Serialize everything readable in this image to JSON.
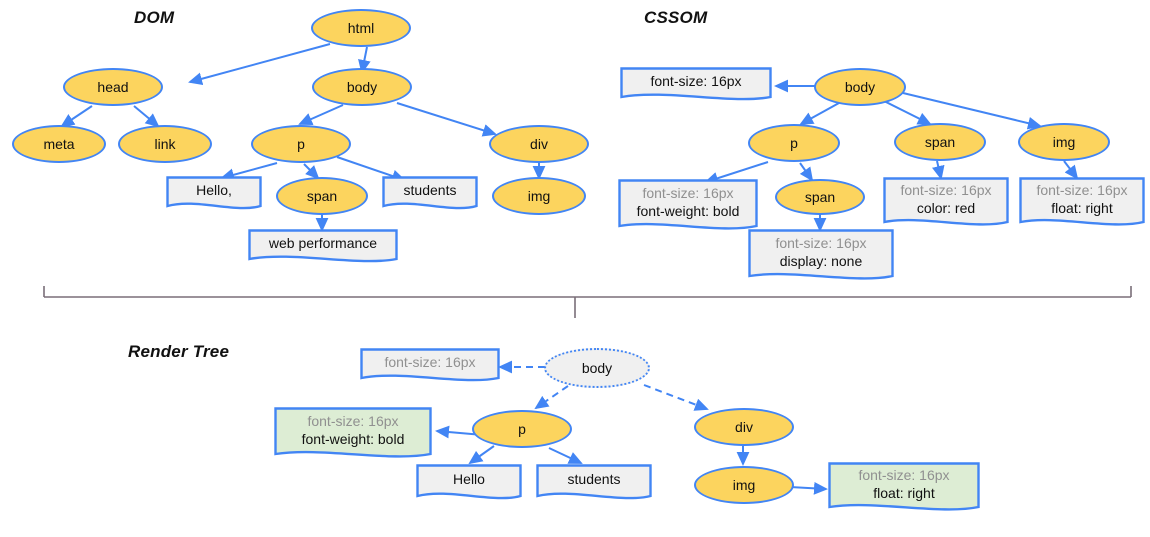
{
  "diagram": {
    "title_dom": "DOM",
    "title_cssom": "CSSOM",
    "title_render": "Render Tree",
    "colors": {
      "node_fill": "#FCD45E",
      "node_stroke": "#4285F4",
      "box_fill": "#F0F0F0",
      "box_fill_green": "#DDEDD4",
      "edge": "#4285F4",
      "muted_text": "#909090",
      "text": "#111111",
      "bracket": "#7a6e78"
    }
  },
  "dom_tree": {
    "label": "DOM",
    "nodes": [
      {
        "id": "html",
        "type": "element",
        "label": "html"
      },
      {
        "id": "head",
        "type": "element",
        "label": "head"
      },
      {
        "id": "body",
        "type": "element",
        "label": "body"
      },
      {
        "id": "meta",
        "type": "element",
        "label": "meta"
      },
      {
        "id": "link",
        "type": "element",
        "label": "link"
      },
      {
        "id": "p",
        "type": "element",
        "label": "p"
      },
      {
        "id": "div",
        "type": "element",
        "label": "div"
      },
      {
        "id": "span",
        "type": "element",
        "label": "span"
      },
      {
        "id": "img",
        "type": "element",
        "label": "img"
      },
      {
        "id": "hello",
        "type": "text",
        "label": "Hello,"
      },
      {
        "id": "students",
        "type": "text",
        "label": "students"
      },
      {
        "id": "webperf",
        "type": "text",
        "label": "web performance"
      }
    ],
    "edges": [
      [
        "html",
        "head"
      ],
      [
        "html",
        "body"
      ],
      [
        "head",
        "meta"
      ],
      [
        "head",
        "link"
      ],
      [
        "body",
        "p"
      ],
      [
        "body",
        "div"
      ],
      [
        "p",
        "hello"
      ],
      [
        "p",
        "span"
      ],
      [
        "p",
        "students"
      ],
      [
        "span",
        "webperf"
      ],
      [
        "div",
        "img"
      ]
    ]
  },
  "cssom_tree": {
    "label": "CSSOM",
    "nodes": [
      {
        "id": "body",
        "type": "element",
        "label": "body"
      },
      {
        "id": "p",
        "type": "element",
        "label": "p"
      },
      {
        "id": "span_outer",
        "type": "element",
        "label": "span"
      },
      {
        "id": "img",
        "type": "element",
        "label": "img"
      },
      {
        "id": "span_inner",
        "type": "element",
        "label": "span"
      }
    ],
    "rules": [
      {
        "id": "r_body",
        "lines": [
          {
            "text": "font-size: 16px",
            "style": "strong"
          }
        ]
      },
      {
        "id": "r_p",
        "lines": [
          {
            "text": "font-size: 16px",
            "style": "muted"
          },
          {
            "text": "font-weight: bold",
            "style": "strong"
          }
        ]
      },
      {
        "id": "r_spani",
        "lines": [
          {
            "text": "font-size: 16px",
            "style": "muted"
          },
          {
            "text": "display: none",
            "style": "strong"
          }
        ]
      },
      {
        "id": "r_spano",
        "lines": [
          {
            "text": "font-size: 16px",
            "style": "muted"
          },
          {
            "text": "color: red",
            "style": "strong"
          }
        ]
      },
      {
        "id": "r_img",
        "lines": [
          {
            "text": "font-size: 16px",
            "style": "muted"
          },
          {
            "text": "float: right",
            "style": "strong"
          }
        ]
      }
    ],
    "edges": [
      [
        "body",
        "r_body"
      ],
      [
        "body",
        "p"
      ],
      [
        "body",
        "span_outer"
      ],
      [
        "body",
        "img"
      ],
      [
        "p",
        "r_p"
      ],
      [
        "p",
        "span_inner"
      ],
      [
        "span_inner",
        "r_spani"
      ],
      [
        "span_outer",
        "r_spano"
      ],
      [
        "img",
        "r_img"
      ]
    ]
  },
  "render_tree": {
    "label": "Render Tree",
    "nodes": [
      {
        "id": "body",
        "type": "ghost",
        "label": "body"
      },
      {
        "id": "p",
        "type": "element",
        "label": "p"
      },
      {
        "id": "div",
        "type": "element",
        "label": "div"
      },
      {
        "id": "img",
        "type": "element",
        "label": "img"
      },
      {
        "id": "hello",
        "type": "text",
        "label": "Hello"
      },
      {
        "id": "students",
        "type": "text",
        "label": "students"
      }
    ],
    "rules": [
      {
        "id": "r_body",
        "tone": "gray",
        "lines": [
          {
            "text": "font-size: 16px",
            "style": "muted"
          }
        ]
      },
      {
        "id": "r_p",
        "tone": "green",
        "lines": [
          {
            "text": "font-size: 16px",
            "style": "muted"
          },
          {
            "text": "font-weight: bold",
            "style": "strong"
          }
        ]
      },
      {
        "id": "r_img",
        "tone": "green",
        "lines": [
          {
            "text": "font-size: 16px",
            "style": "muted"
          },
          {
            "text": "float: right",
            "style": "strong"
          }
        ]
      }
    ],
    "edges": [
      [
        "body",
        "r_body"
      ],
      [
        "body",
        "p"
      ],
      [
        "body",
        "div"
      ],
      [
        "p",
        "r_p"
      ],
      [
        "p",
        "hello"
      ],
      [
        "p",
        "students"
      ],
      [
        "div",
        "img"
      ],
      [
        "img",
        "r_img"
      ]
    ]
  }
}
